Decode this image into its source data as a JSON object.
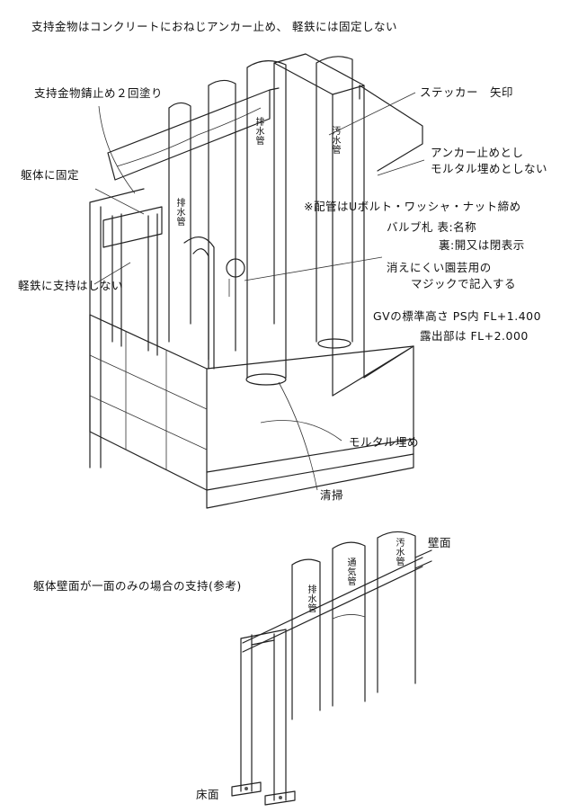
{
  "top_note": "支持金物はコンクリートにおねじアンカー止め、 軽鉄には固定しない",
  "labels": {
    "rust_paint": "支持金物錆止め２回塗り",
    "sticker": "ステッカー　矢印",
    "anchor_1": "アンカー止めとし",
    "anchor_2": "モルタル埋めとしない",
    "fix_body": "躯体に固定",
    "bolt": "※配管はUボルト・ワッシャ・ナット締め",
    "valve_tag": "バルブ札 表:名称",
    "valve_back": "裏:開又は閉表示",
    "marker_1": "消えにくい園芸用の",
    "marker_2": "マジックで記入する",
    "gv_height": "GVの標準高さ PS内 FL+1.400",
    "exposed": "露出部は FL+2.000",
    "light_steel": "軽鉄に支持はしない",
    "mortar": "モルタル埋め",
    "cleaning": "清掃",
    "wall_face": "壁面",
    "single_wall": "躯体壁面が一面のみの場合の支持(参考)",
    "floor_face": "床面"
  },
  "pipe_marks": {
    "drain": "排水管",
    "sewage": "汚水管",
    "vent": "通気管"
  }
}
